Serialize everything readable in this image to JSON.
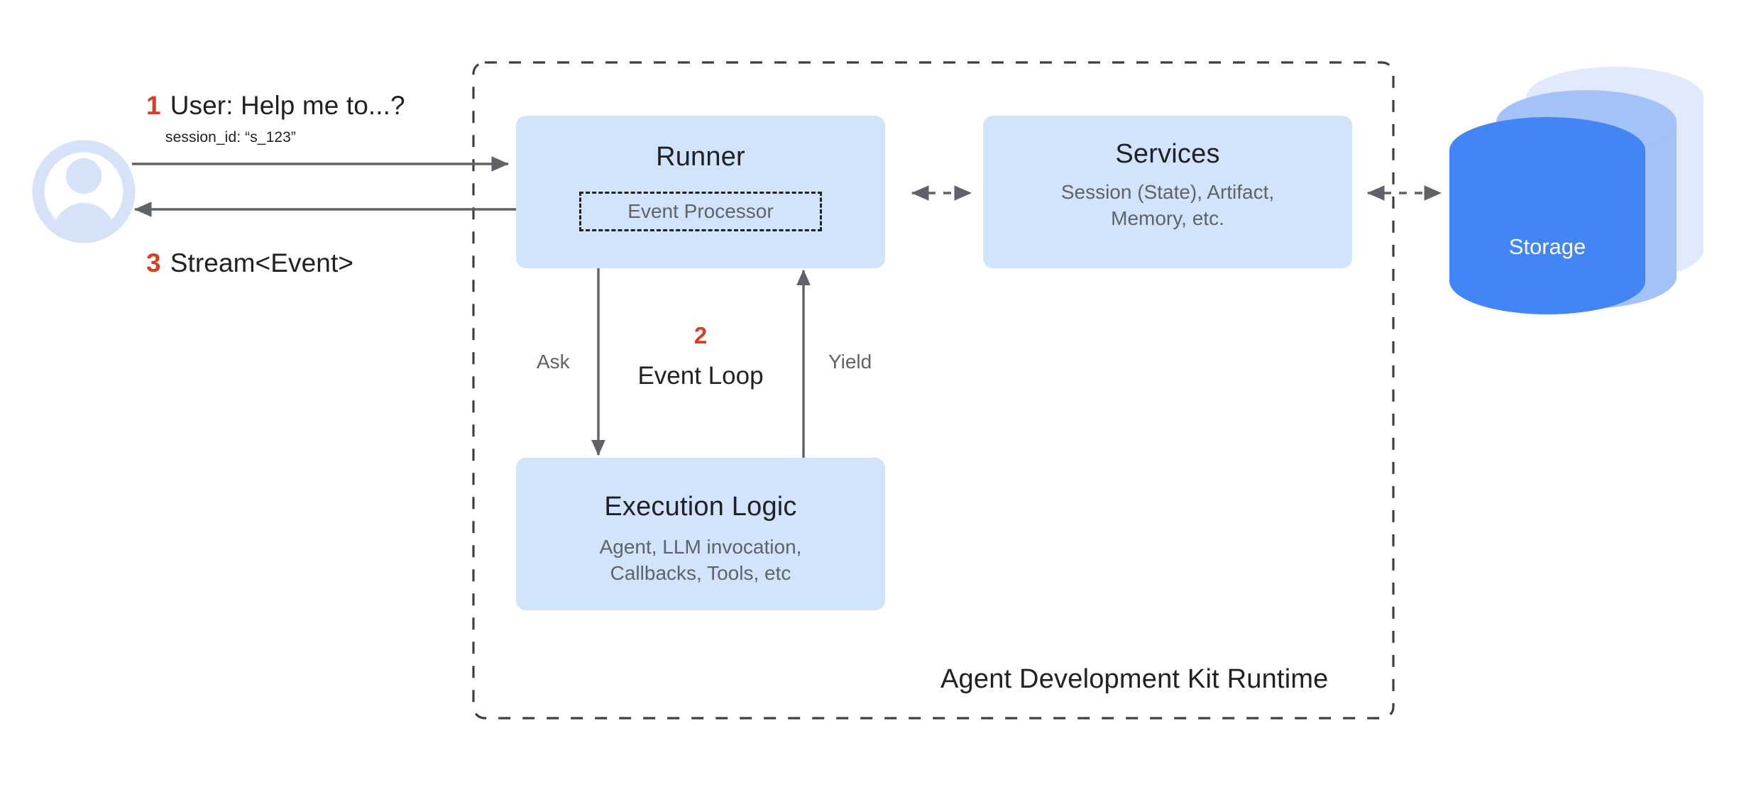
{
  "diagram": {
    "title": "Agent Development Kit Runtime",
    "colors": {
      "box_fill": "#d2e3fc",
      "accent_red": "#d93d22",
      "arrow_gray": "#5f6368",
      "text_dark": "#202124",
      "text_muted": "#5f6368",
      "storage_front": "#4285f4",
      "storage_mid": "#a3c2f7",
      "storage_back": "#e1eafc",
      "avatar_blue": "#d6e2f8"
    }
  },
  "user": {
    "icon": "user-avatar-icon",
    "request": {
      "step": "1",
      "text": "User: Help me to...?",
      "detail": "session_id: “s_123”"
    },
    "response": {
      "step": "3",
      "text": "Stream<Event>"
    }
  },
  "runner": {
    "title": "Runner",
    "event_processor": "Event Processor"
  },
  "services": {
    "title": "Services",
    "subtitle": "Session (State), Artifact,\nMemory, etc."
  },
  "execution_logic": {
    "title": "Execution Logic",
    "subtitle": "Agent, LLM invocation,\nCallbacks, Tools, etc"
  },
  "storage": {
    "label": "Storage"
  },
  "event_loop": {
    "step": "2",
    "label": "Event Loop",
    "ask_label": "Ask",
    "yield_label": "Yield"
  },
  "runtime": {
    "label": "Agent Development Kit Runtime"
  }
}
